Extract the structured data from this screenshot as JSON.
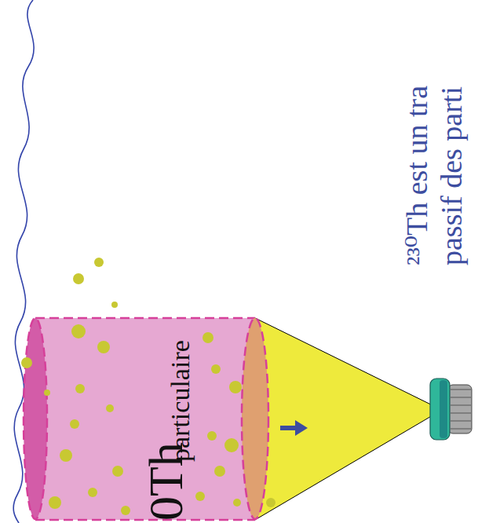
{
  "diagram": {
    "labels": [
      "²³⁰Th est un tra",
      "passif des parti",
      "0Th",
      "particulaire"
    ]
  }
}
